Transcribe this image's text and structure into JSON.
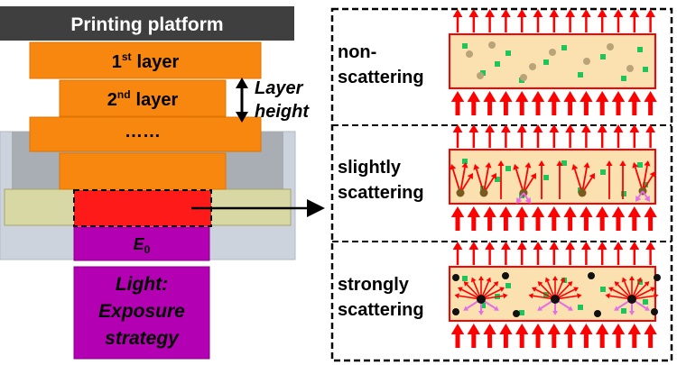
{
  "left_panel": {
    "platform_label": "Printing platform",
    "layers": [
      {
        "number": "1",
        "suffix": "st",
        "word": "layer"
      },
      {
        "number": "2",
        "suffix": "nd",
        "word": "layer"
      },
      {
        "number": "",
        "suffix": "",
        "word": "……"
      }
    ],
    "layer_height_label": [
      "Layer",
      "height"
    ],
    "energy_label": {
      "symbol": "E",
      "subscript": "0"
    },
    "light_label": [
      "Light:",
      "Exposure",
      "strategy"
    ]
  },
  "right_panel": {
    "cases": [
      {
        "label": [
          "non-",
          "scattering"
        ],
        "particle_color": "#b8a478",
        "scatter": "none"
      },
      {
        "label": [
          "slightly",
          "scattering"
        ],
        "particle_color": "#7a5a1e",
        "scatter": "slight"
      },
      {
        "label": [
          "strongly",
          "scattering"
        ],
        "particle_color": "#111111",
        "scatter": "strong"
      }
    ]
  },
  "colors": {
    "layer_orange": "#f7870f",
    "cured_red": "#ff1a1a",
    "light_purple": "#b300b3",
    "resin_tan": "#fbe0b0",
    "arrow_red": "#ff0000",
    "back_pink": "#e36ee6",
    "filler_green": "#1fc45a",
    "platform_gray": "#3f3f3f"
  }
}
